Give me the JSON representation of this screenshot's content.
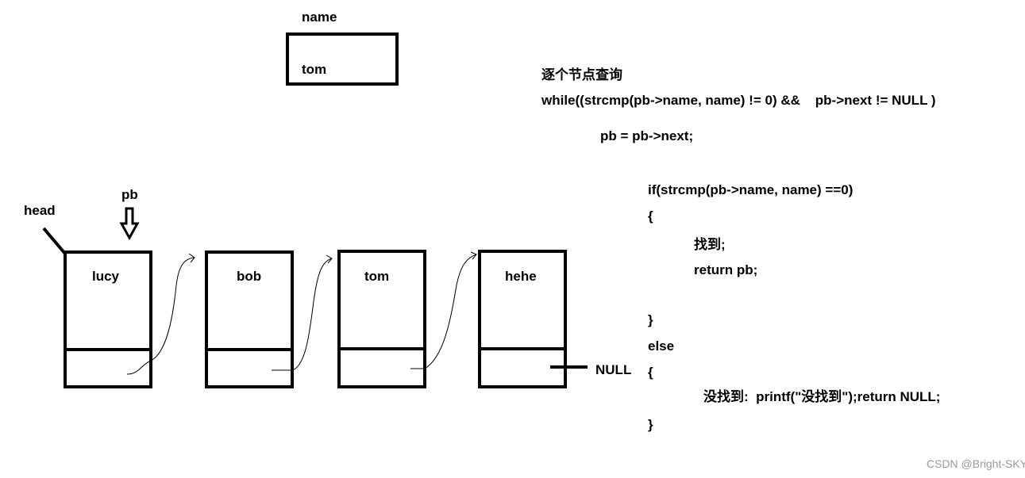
{
  "search_box": {
    "label": "name",
    "value": "tom"
  },
  "pointers": {
    "head": "head",
    "pb": "pb"
  },
  "nodes": [
    {
      "name": "lucy"
    },
    {
      "name": "bob"
    },
    {
      "name": "tom"
    },
    {
      "name": "hehe"
    }
  ],
  "null_label": "NULL",
  "code": {
    "title": "逐个节点查询",
    "lines": [
      "while((strcmp(pb->name, name) != 0) &&    pb->next != NULL )",
      "pb = pb->next;",
      "if(strcmp(pb->name, name) ==0)",
      "{",
      "找到;",
      "return pb;",
      "}",
      "else",
      "{",
      "没找到:  printf(\"没找到\");return NULL;",
      "}"
    ]
  },
  "watermark": "CSDN @Bright-SKY"
}
